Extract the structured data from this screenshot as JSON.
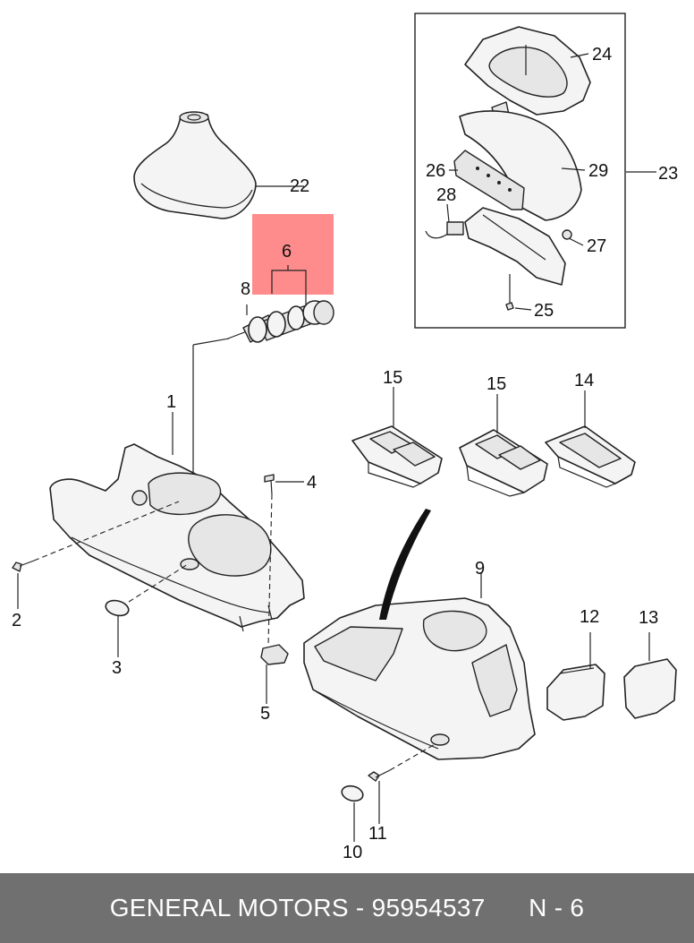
{
  "labels": {
    "p1": "1",
    "p2": "2",
    "p3": "3",
    "p4": "4",
    "p5": "5",
    "p6": "6",
    "p8": "8",
    "p9": "9",
    "p10": "10",
    "p11": "11",
    "p12": "12",
    "p13": "13",
    "p14": "14",
    "p15a": "15",
    "p15b": "15",
    "p22": "22",
    "p23": "23",
    "p24": "24",
    "p25": "25",
    "p26": "26",
    "p27": "27",
    "p28": "28",
    "p29": "29"
  },
  "colors": {
    "highlight": "#ff8c8c",
    "footer_bg": "#707070",
    "line": "#222222"
  },
  "footer": {
    "brand": "GENERAL MOTORS",
    "separator": "-",
    "part_number": "95954537",
    "position_code": "N - 6"
  }
}
